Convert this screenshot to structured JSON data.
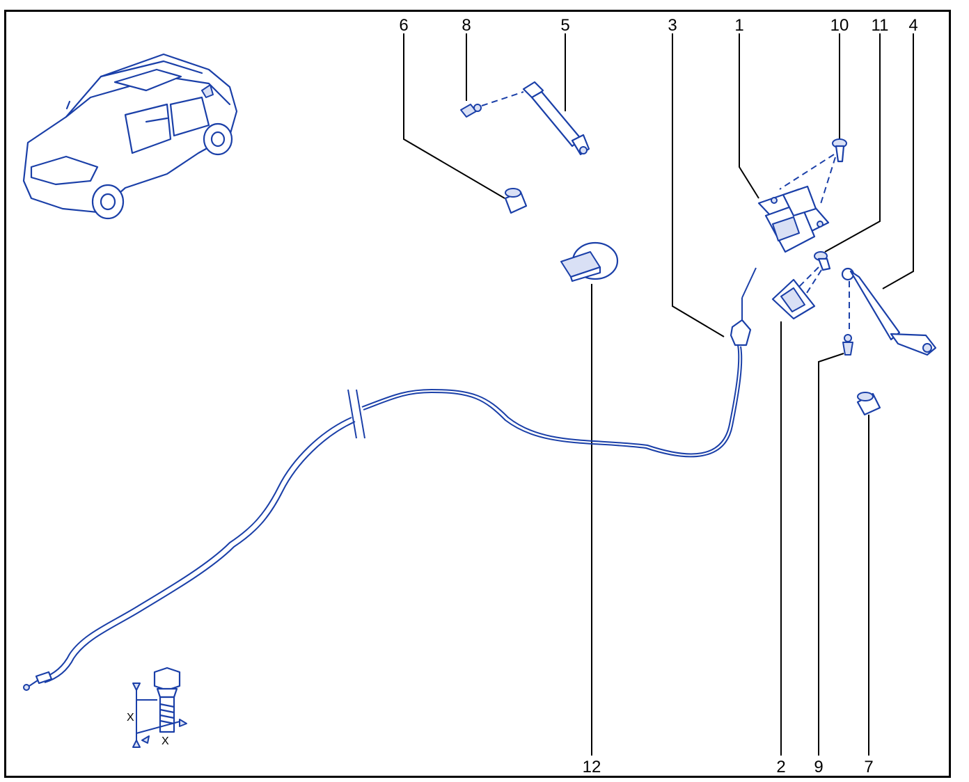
{
  "callouts": {
    "c1": "1",
    "c2": "2",
    "c3": "3",
    "c4": "4",
    "c5": "5",
    "c6": "6",
    "c7": "7",
    "c8": "8",
    "c9": "9",
    "c10": "10",
    "c11": "11",
    "c12": "12"
  },
  "bolt_dimension_label": "X",
  "colors": {
    "line_art": "#1a3fa8",
    "callout_text": "#000000",
    "frame": "#000000"
  },
  "icons": [
    "vehicle-icon",
    "bolt-icon",
    "gas-strut-icon",
    "latch-icon"
  ]
}
